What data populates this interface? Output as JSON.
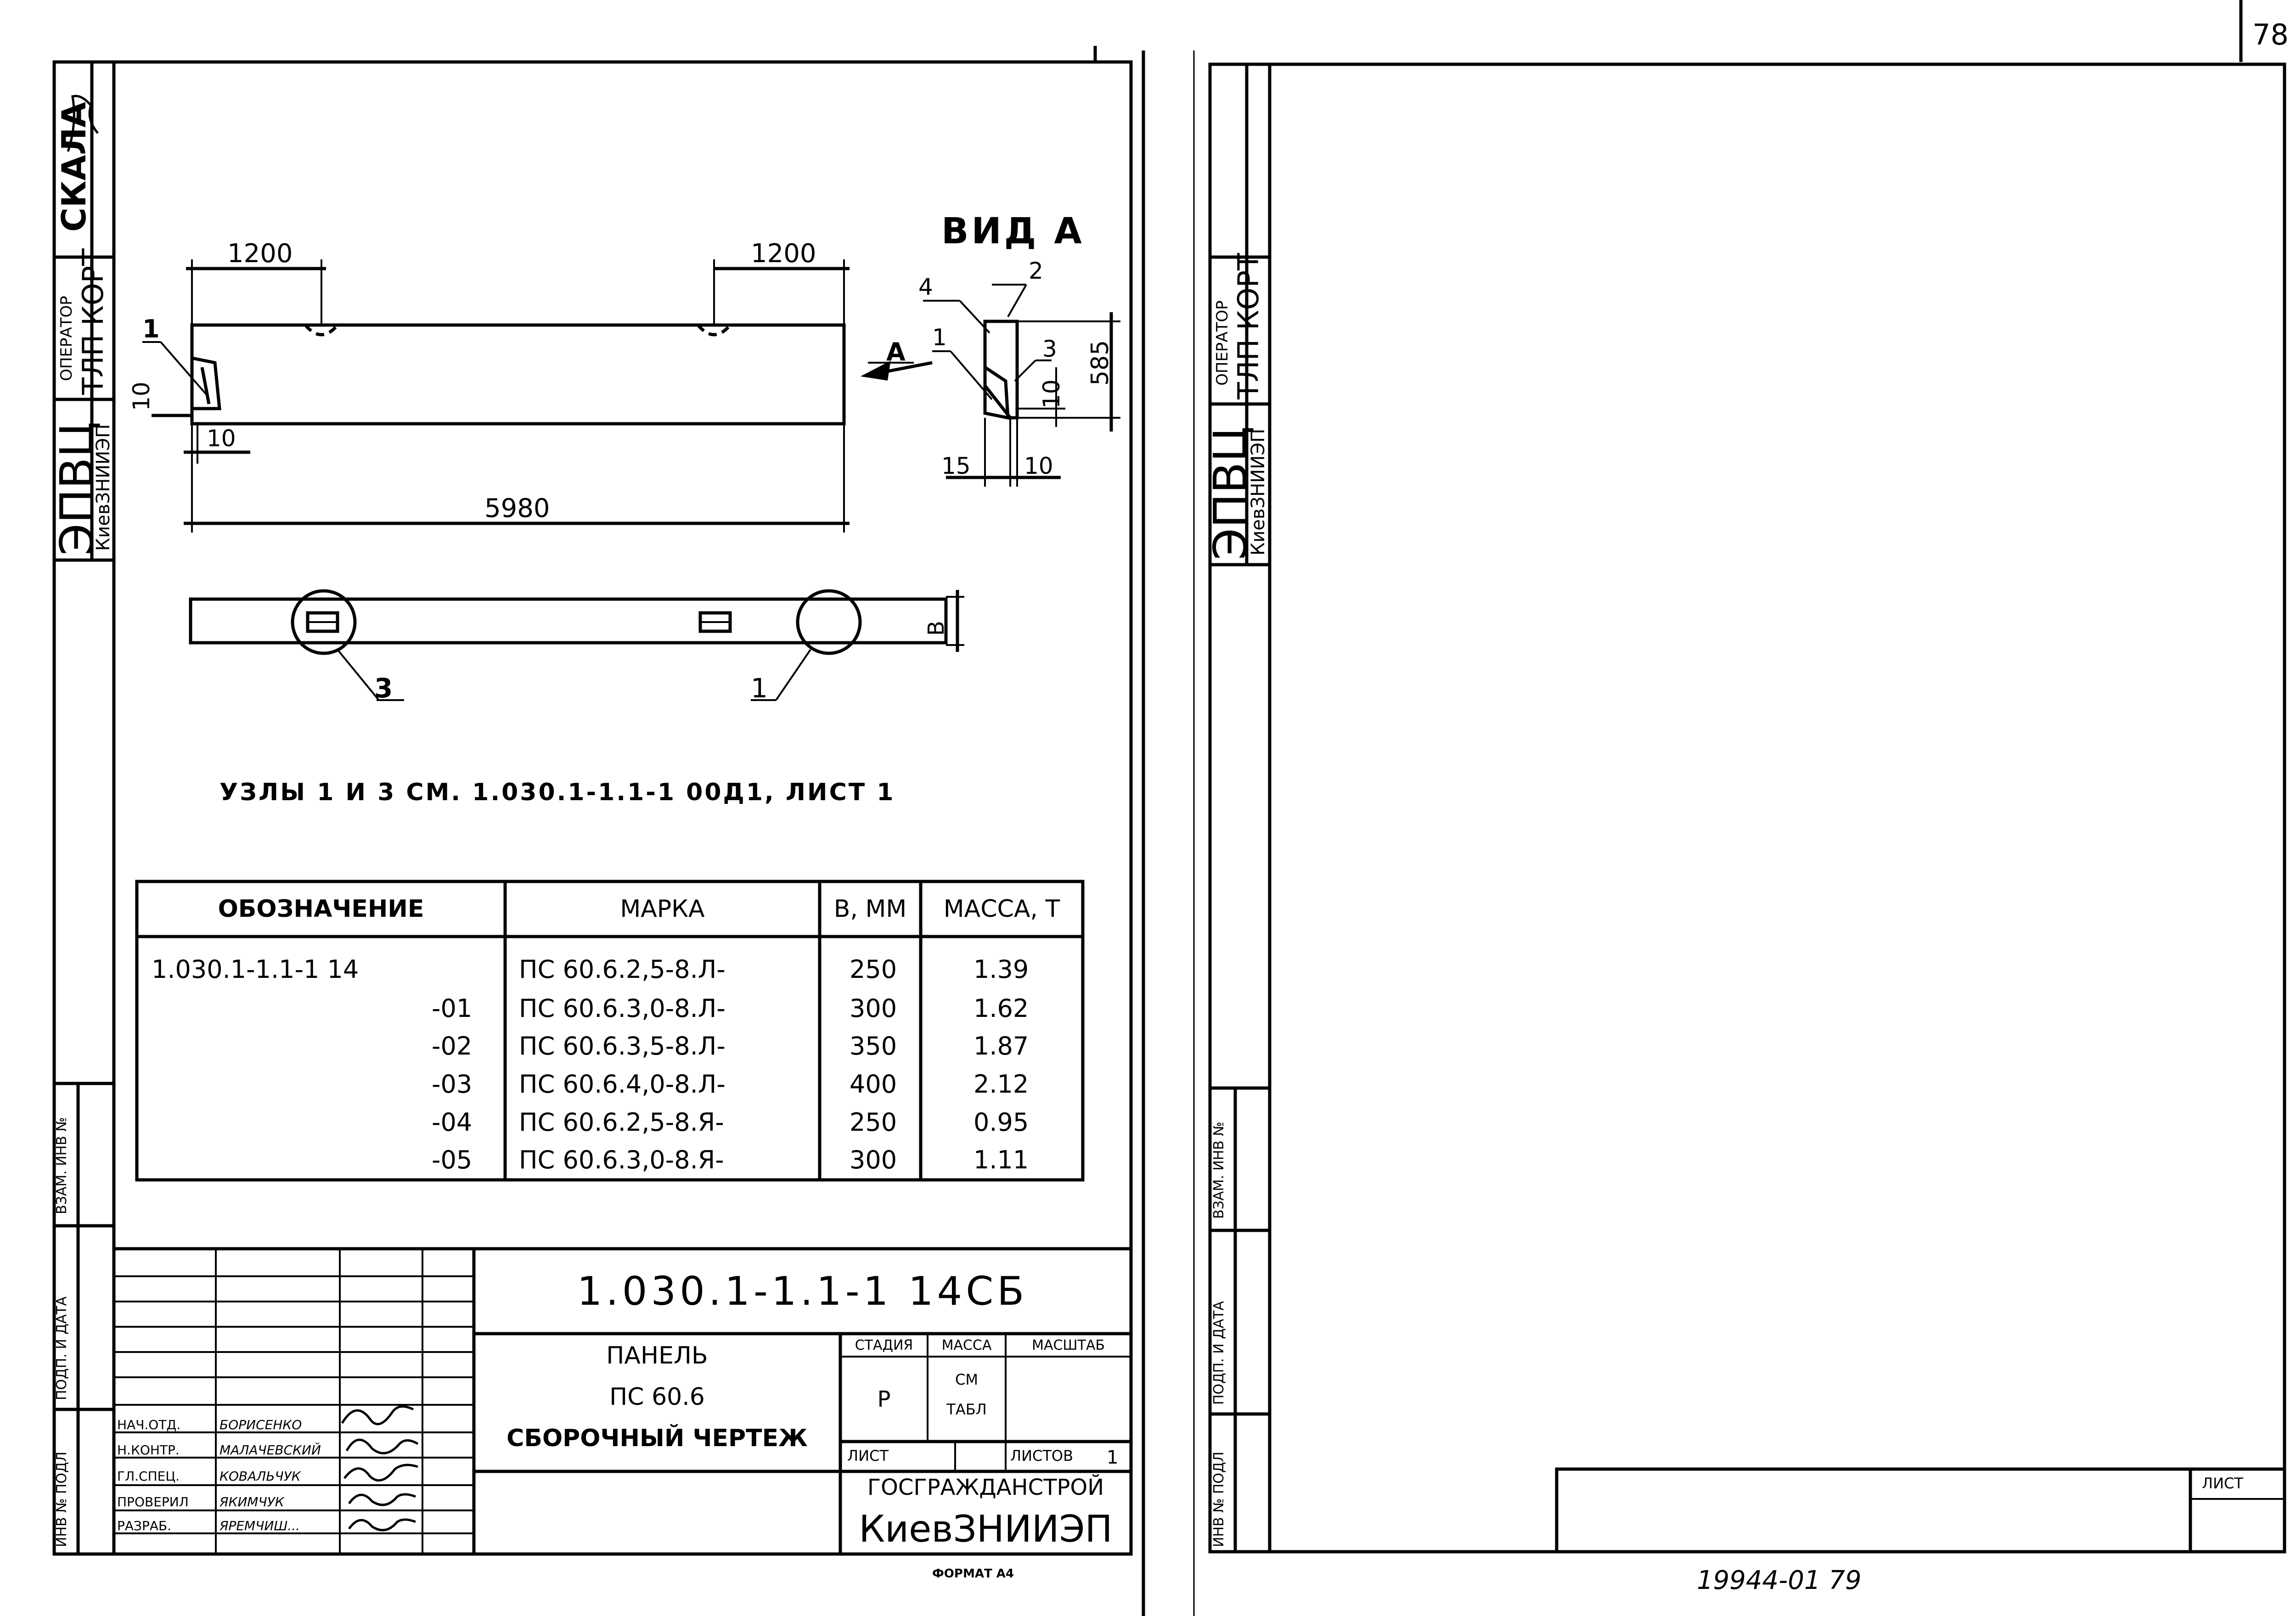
{
  "page_number": "78",
  "left_sheet": {
    "side_stamp": {
      "skala": "СКАЛА",
      "operator": "ОПЕРАТОР",
      "tlp_kort": "ТЛП КОРТ",
      "epvc": "ЭПВЦ",
      "kiev": "КиевЗНИИЭП",
      "vzam_inv": "ВЗАМ. ИНВ №",
      "podp_data": "ПОДП. И ДАТА",
      "inv_podl": "ИНВ № ПОДЛ"
    },
    "drawing": {
      "view_title": "ВИД А",
      "dims": {
        "d1200_left": "1200",
        "d1200_right": "1200",
        "d10_a": "10",
        "d10_b": "10",
        "d5980": "5980",
        "d585": "585",
        "d10_c": "10",
        "d15": "15",
        "d10_d": "10",
        "b": "В"
      },
      "arrow_a": "А",
      "callouts": {
        "c1": "1",
        "c1b": "1",
        "c2": "2",
        "c3": "3",
        "c4": "4",
        "c3b": "3",
        "c1c": "1"
      }
    },
    "note": "УЗЛЫ 1 И 3 СМ. 1.030.1-1.1-1 00Д1, ЛИСТ 1",
    "table": {
      "headers": [
        "ОБОЗНАЧЕНИЕ",
        "МАРКА",
        "В, ММ",
        "МАССА, Т"
      ],
      "rows": [
        {
          "code": "1.030.1-1.1-1 14",
          "mark": "ПС 60.6.2,5-8.Л-",
          "b": "250",
          "mass": "1.39"
        },
        {
          "code": "-01",
          "mark": "ПС 60.6.3,0-8.Л-",
          "b": "300",
          "mass": "1.62"
        },
        {
          "code": "-02",
          "mark": "ПС 60.6.3,5-8.Л-",
          "b": "350",
          "mass": "1.87"
        },
        {
          "code": "-03",
          "mark": "ПС 60.6.4,0-8.Л-",
          "b": "400",
          "mass": "2.12"
        },
        {
          "code": "-04",
          "mark": "ПС 60.6.2,5-8.Я-",
          "b": "250",
          "mass": "0.95"
        },
        {
          "code": "-05",
          "mark": "ПС 60.6.3,0-8.Я-",
          "b": "300",
          "mass": "1.11"
        }
      ]
    },
    "title_block": {
      "doc_code": "1.030.1-1.1-1 14СБ",
      "name_l1": "ПАНЕЛЬ",
      "name_l2": "ПС 60.6",
      "name_l3": "СБОРОЧНЫЙ ЧЕРТЕЖ",
      "stadia_h": "СТАДИЯ",
      "massa_h": "МАССА",
      "masshtab_h": "МАСШТАБ",
      "stadia_v": "Р",
      "massa_v1": "СМ",
      "massa_v2": "ТАБЛ",
      "list_h": "ЛИСТ",
      "listov_h": "ЛИСТОВ",
      "listov_v": "1",
      "org1": "ГОСГРАЖДАНСТРОЙ",
      "org2": "КиевЗНИИЭП",
      "roles": [
        {
          "role": "НАЧ.ОТД.",
          "name": "БОРИСЕНКО"
        },
        {
          "role": "Н.КОНТР.",
          "name": "МАЛАЧЕВСКИЙ"
        },
        {
          "role": "ГЛ.СПЕЦ.",
          "name": "КОВАЛЬЧУК"
        },
        {
          "role": "ПРОВЕРИЛ",
          "name": "ЯКИМЧУК"
        },
        {
          "role": "РАЗРАБ.",
          "name": "ЯРЕМЧИШ..."
        }
      ]
    },
    "format": "ФОРМАТ А4"
  },
  "right_sheet": {
    "side_stamp": {
      "operator": "ОПЕРАТОР",
      "tlp_kort": "ТЛП КОРТ",
      "epvc": "ЭПВЦ",
      "kiev": "КиевЗНИИЭП",
      "vzam_inv": "ВЗАМ. ИНВ №",
      "podp_data": "ПОДП. И ДАТА",
      "inv_podl": "ИНВ № ПОДЛ"
    },
    "list_label": "ЛИСТ",
    "handwritten": "19944-01   79"
  }
}
